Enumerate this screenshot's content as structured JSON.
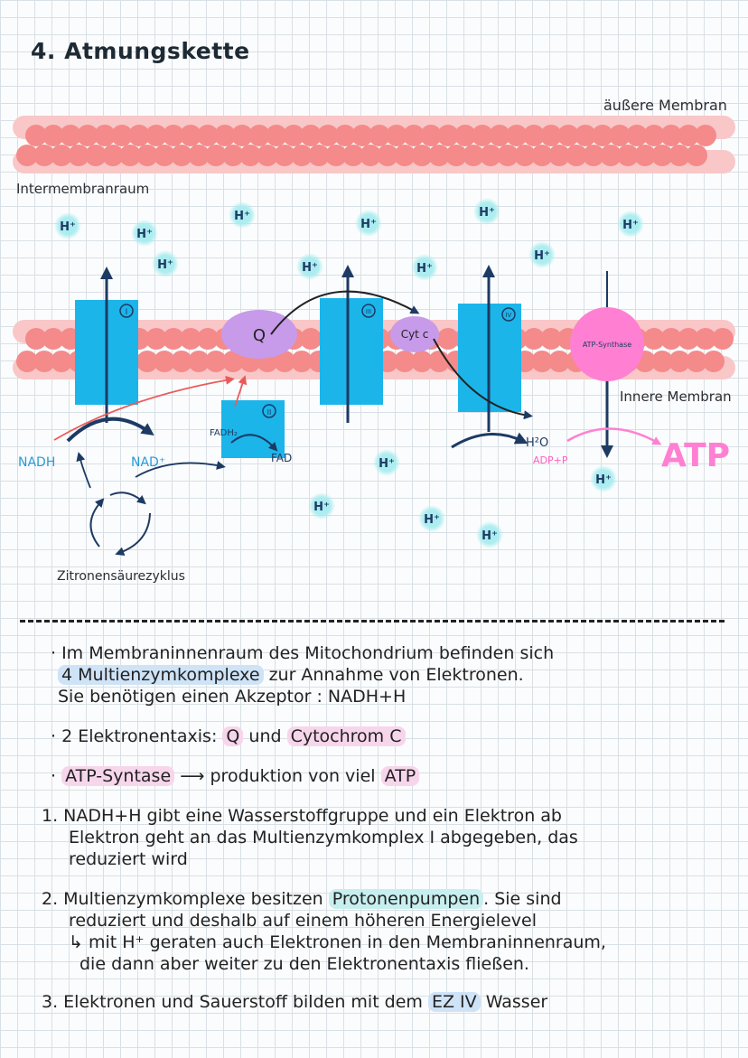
{
  "title": "4. Atmungskette",
  "labels": {
    "outer_membrane": "äußere Membran",
    "intermembrane": "Intermembranraum",
    "inner_membrane": "Innere Membran",
    "citric_cycle": "Zitronensäurezyklus",
    "nadh": "NADH",
    "nad_plus": "NAD⁺",
    "fadh2": "FADH₂",
    "fad": "FAD",
    "q": "Q",
    "cyt_c": "Cyt c",
    "atp_synthase": "ATP-Synthase",
    "water": "H²O",
    "adp_p": "ADP+P",
    "atp": "ATP",
    "h_plus": "H⁺",
    "complex_1": "I",
    "complex_2": "II",
    "complex_3": "III",
    "complex_4": "IV"
  },
  "notes": {
    "line1a": "· Im Membraninnenraum des Mitochondrium befinden sich",
    "line1b_hl": "4 Multienzymkomplexe",
    "line1b_rest": " zur Annahme von Elektronen.",
    "line1c": "Sie benötigen einen Akzeptor : NADH+H",
    "line2_pre": "· 2 Elektronentaxis: ",
    "line2_q": "Q",
    "line2_mid": " und ",
    "line2_cyt": "Cytochrom C",
    "line3_hl": "ATP-Syntase",
    "line3_arrow": " ⟶ ",
    "line3_mid": "produktion von viel ",
    "line3_atp": "ATP",
    "step1a": "1. NADH+H gibt eine Wasserstoffgruppe und ein Elektron ab",
    "step1b": "Elektron geht an das Multienzymkomplex I abgegeben, das",
    "step1c": "reduziert wird",
    "step2a_pre": "2. Multienzymkomplexe besitzen ",
    "step2a_hl": "Protonenpumpen",
    "step2a_post": ". Sie sind",
    "step2b": "reduziert und deshalb auf einem höheren Energielevel",
    "step2c": "↳ mit H⁺ geraten auch Elektronen in den Membraninnenraum,",
    "step2d": "die dann aber weiter zu den Elektronentaxis fließen.",
    "step3_pre": "3. Elektronen und Sauerstoff bilden mit dem ",
    "step3_hl": "EZ IV",
    "step3_post": " Wasser"
  },
  "colors": {
    "membrane": "#f48a8a",
    "membrane_band": "#f9c7c7",
    "complex": "#1bb5ea",
    "q_and_cyt": "#c79bea",
    "atp_synthase": "#ff80d2",
    "proton_glow": "#a6ecef",
    "navy": "#1d3a63",
    "red_arrow": "#ea5a5a",
    "pink_text": "#ff5fc0",
    "blue_text": "#2a9bd8"
  }
}
